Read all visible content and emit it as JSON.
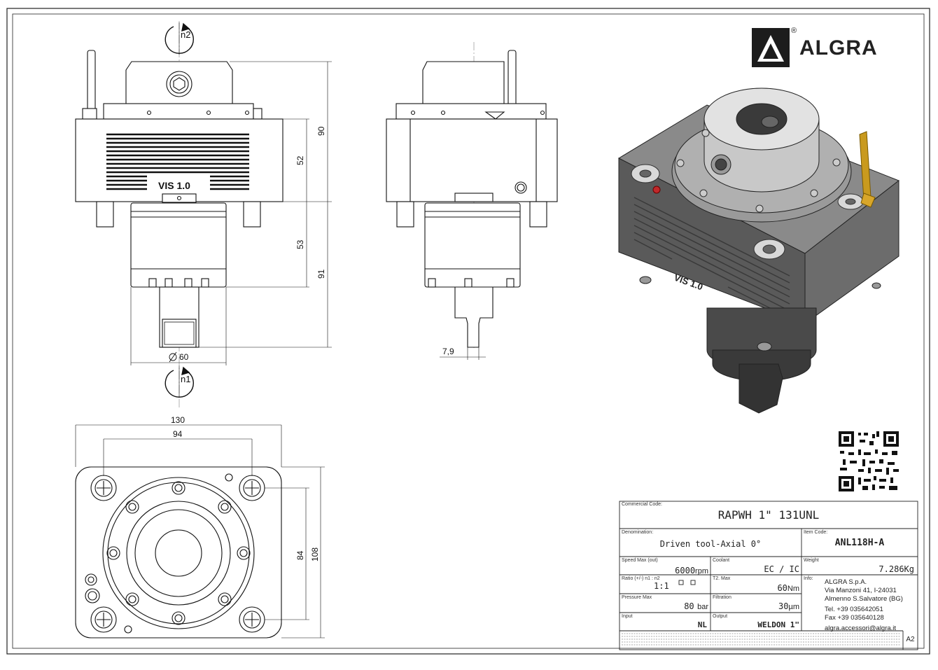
{
  "brand": {
    "name": "ALGRA",
    "registered": "®"
  },
  "dimensions": {
    "front": {
      "d90": "90",
      "d52": "52",
      "d53": "53",
      "d91": "91",
      "dia60": "60"
    },
    "side": {
      "d79": "7,9"
    },
    "bottom": {
      "d130": "130",
      "d94": "94",
      "d84": "84",
      "d108": "108"
    },
    "rotations": {
      "n2": "n2",
      "n1": "n1"
    }
  },
  "engraving": {
    "front": "VIS 1.0",
    "iso": "VIS 1.0"
  },
  "title_block": {
    "commercial_code_label": "Commercial Code:",
    "commercial_code": "RAPWH 1\" 131UNL",
    "denomination_label": "Denomination:",
    "denomination": "Driven tool-Axial 0°",
    "item_code_label": "Item Code:",
    "item_code": "ANL118H-A",
    "speed_label": "Speed Max (out)",
    "speed_value": "6000",
    "speed_unit": "rpm",
    "coolant_label": "Coolant",
    "coolant_value": "EC / IC",
    "weight_label": "Weight",
    "weight_value": "7.286Kg",
    "ratio_label": "Ratio (+/-) n1 : n2",
    "ratio_value": "1:1",
    "torque_label": "T2. Max",
    "torque_value": "60",
    "torque_unit": "Nm",
    "pressure_label": "Pressure Max",
    "pressure_value": "80",
    "pressure_unit": "bar",
    "filtration_label": "Filtration",
    "filtration_value": "30",
    "filtration_unit": "µm",
    "input_label": "Input",
    "input_value": "NL",
    "output_label": "Output",
    "output_value": "WELDON 1\"",
    "info_label": "Info:",
    "company": "ALGRA S.p.A.",
    "address1": "Via Manzoni 41, I-24031",
    "address2": "Almenno S.Salvatore (BG)",
    "tel": "Tel. +39 035642051",
    "fax": "Fax +39 035640128",
    "email": "algra.accessori@algra.it",
    "sheet_size": "A2"
  }
}
